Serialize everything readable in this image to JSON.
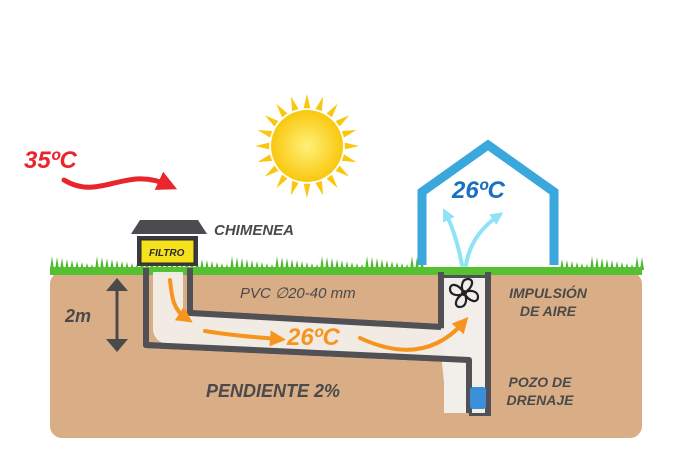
{
  "labels": {
    "outside_temp": "35ºC",
    "inside_temp": "26ºC",
    "tube_temp": "26ºC",
    "chimney": "CHIMENEA",
    "filter": "FILTRO",
    "pvc": "PVC ∅20-40 mm",
    "depth": "2m",
    "slope": "PENDIENTE 2%",
    "impulsion_line1": "IMPULSIÓN",
    "impulsion_line2": "DE AIRE",
    "drain_line1": "POZO DE",
    "drain_line2": "DRENAJE"
  },
  "icons": {
    "sun": "sun-icon",
    "house": "house-outline-icon",
    "fan": "fan-icon",
    "depth_arrow": "double-arrow-icon"
  },
  "colors": {
    "hot": "#e8262b",
    "cool": "#1a6fc0",
    "house": "#3aa7dd",
    "flow": "#f7941d",
    "soil": "#d9ad86",
    "grass": "#4cb82f",
    "pipe": "#505055",
    "filter": "#f6e21c",
    "sun": "#f9c80e"
  }
}
